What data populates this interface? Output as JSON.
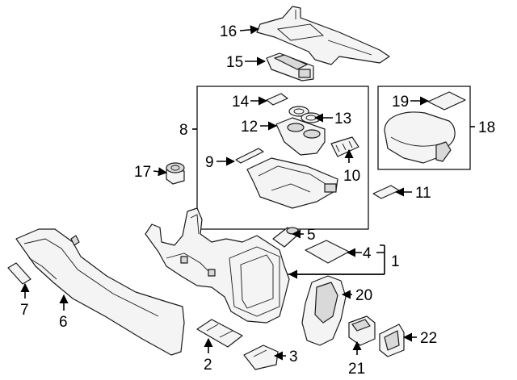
{
  "diagram": {
    "callouts": {
      "c1": "1",
      "c2": "2",
      "c3": "3",
      "c4": "4",
      "c5": "5",
      "c6": "6",
      "c7": "7",
      "c8": "8",
      "c9": "9",
      "c10": "10",
      "c11": "11",
      "c12": "12",
      "c13": "13",
      "c14": "14",
      "c15": "15",
      "c16": "16",
      "c17": "17",
      "c18": "18",
      "c19": "19",
      "c20": "20",
      "c21": "21",
      "c22": "22"
    }
  }
}
